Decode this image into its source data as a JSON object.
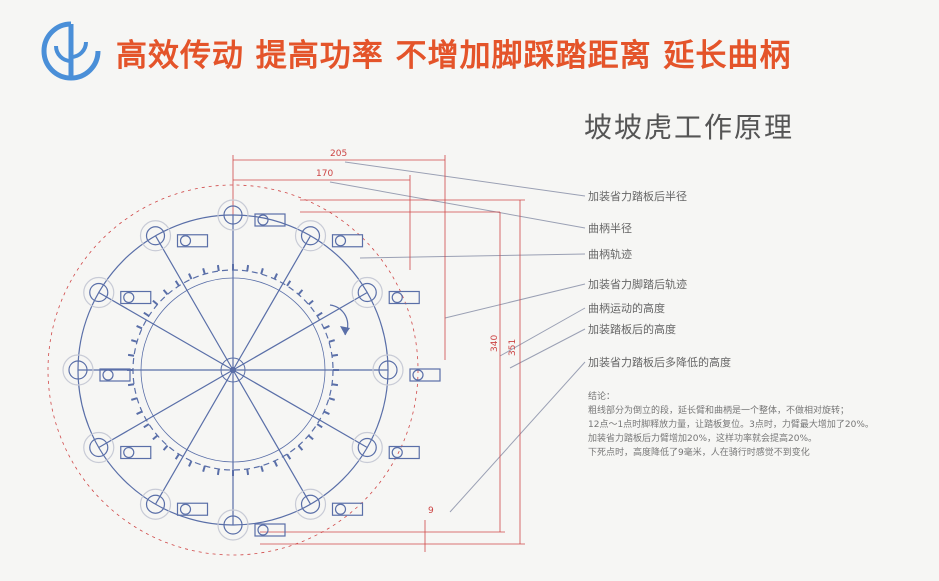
{
  "header": {
    "headline": "高效传动 提高功率 不增加脚踩踏距离 延长曲柄",
    "accent_color": "#e4542a",
    "logo_icon": "brand-logo-icon"
  },
  "diagram": {
    "title": "坡坡虎工作原理",
    "callouts": [
      "加装省力踏板后半径",
      "曲柄半径",
      "曲柄轨迹",
      "加装省力脚踏后轨迹",
      "曲柄运动的高度",
      "加装踏板后的高度",
      "加装省力踏板后多降低的高度"
    ],
    "dimensions": {
      "d205": "205",
      "d170": "170",
      "d340": "340",
      "d351": "351",
      "d9": "9"
    },
    "conclusion": {
      "heading": "结论：",
      "lines": [
        "粗线部分为倒立的段，延长臂和曲柄是一个整体，不做相对旋转；",
        "12点～1点时脚释放力量，让踏板复位。3点时，力臂最大增加了20%。",
        "加装省力踏板后力臂增加20%，这样功率就会提高20%。",
        "下死点时，高度降低了9毫米，人在骑行时感觉不到变化"
      ]
    },
    "colors": {
      "line_blue": "#5a6fa8",
      "dim_red": "#d04848",
      "callout_gray": "#9aa0b4"
    }
  }
}
